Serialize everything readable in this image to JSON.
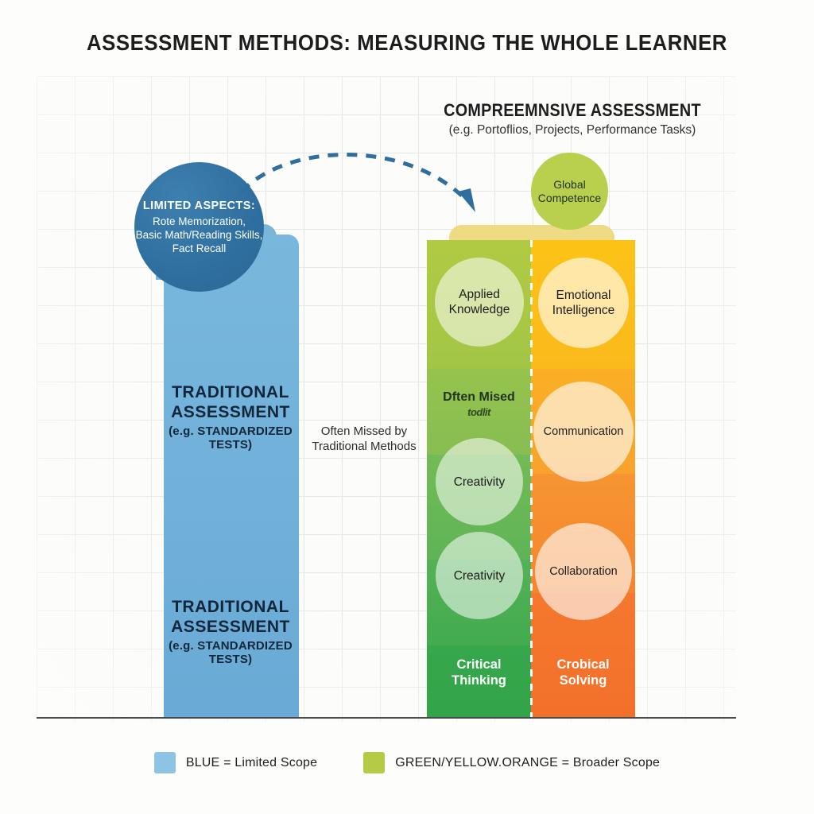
{
  "title": "ASSESSMENT METHODS: MEASURING THE WHOLE LEARNER",
  "comprehensive": {
    "heading": "COMPREEMNSIVE ASSESSMENT",
    "subheading": "(e.g. Portoflios, Projects, Performance Tasks)"
  },
  "traditional": {
    "line1": "TRADITIONAL",
    "line2": "ASSESSMENT",
    "line3": "(e.g. STANDARDIZED TESTS)"
  },
  "limited_circle": {
    "title": "LIMITED ASPECTS:",
    "line1": "Rote Memorization,",
    "line2": "Basic Math/Reading Skills,",
    "line3": "Fact Recall"
  },
  "note": {
    "line1": "Often Missed by",
    "line2": "Traditional Methods"
  },
  "glitch_text": {
    "line1": "Dften Mised",
    "line2": "todlit"
  },
  "global_competence": {
    "line1": "Global",
    "line2": "Competence"
  },
  "bubbles": {
    "applied_knowledge": {
      "line1": "Applied",
      "line2": "Knowledge"
    },
    "creativity_upper": "Creativity",
    "creativity_lower": "Creativity",
    "emotional_intelligence": {
      "line1": "Emotional",
      "line2": "Intelligence"
    },
    "communication": "Communication",
    "collaboration": "Collaboration"
  },
  "band_labels": {
    "critical_thinking": {
      "line1": "Critical",
      "line2": "Thinking"
    },
    "problem_solving": {
      "line1": "Crobical",
      "line2": "Solving"
    }
  },
  "legend": [
    {
      "label": "BLUE = Limited Scope",
      "color": "#8dc3e3"
    },
    {
      "label": "GREEN/YELLOW.ORANGE = Broader Scope",
      "color": "#b5cb46"
    }
  ],
  "chart_data": {
    "type": "bar",
    "title": "ASSESSMENT METHODS: MEASURING THE WHOLE LEARNER",
    "xlabel": "",
    "ylabel": "",
    "grid": true,
    "legend_position": "bottom",
    "categories": [
      "Traditional Assessment",
      "Comprehensive Assessment"
    ],
    "series": [
      {
        "name": "BLUE = Limited Scope",
        "color": "#72b1da",
        "values": [
          1.0,
          0
        ],
        "notes": "Single tall uniform blue bar; no internal segmentation"
      },
      {
        "name": "GREEN/YELLOW.ORANGE = Broader Scope",
        "color": "#b5cb46",
        "values": [
          0,
          1.0
        ],
        "notes": "Two adjacent stacked sub-columns (green-left, orange-right) split by a dashed white divider"
      }
    ],
    "stacked_columns": [
      {
        "name": "Green column (left half of comprehensive bar)",
        "segments": [
          {
            "label": "Applied Knowledge",
            "color": "#aac943",
            "height_fraction": 0.27
          },
          {
            "label": "Dften Mised / todlit",
            "color": "#8dc254",
            "height_fraction": 0.18
          },
          {
            "label": "Creativity",
            "color": "#6dba56",
            "height_fraction": 0.22
          },
          {
            "label": "Creativity",
            "color": "#4fb058",
            "height_fraction": 0.18
          },
          {
            "label": "Critical Thinking",
            "color": "#35a64b",
            "height_fraction": 0.15
          }
        ]
      },
      {
        "name": "Orange column (right half of comprehensive bar)",
        "segments": [
          {
            "label": "Emotional Intelligence",
            "color": "#fcc117",
            "height_fraction": 0.27
          },
          {
            "label": "Communication",
            "color": "#f9ad29",
            "height_fraction": 0.22
          },
          {
            "label": "Collaboration",
            "color": "#f59331",
            "height_fraction": 0.25
          },
          {
            "label": "Crobical Solving",
            "color": "#f4762c",
            "height_fraction": 0.26
          }
        ]
      }
    ],
    "annotations": [
      "Dashed curved arrow from the LIMITED ASPECTS circle to the top of the comprehensive bar",
      "Often Missed by Traditional Methods",
      "Global Competence bubble sits above the comprehensive bar"
    ]
  }
}
